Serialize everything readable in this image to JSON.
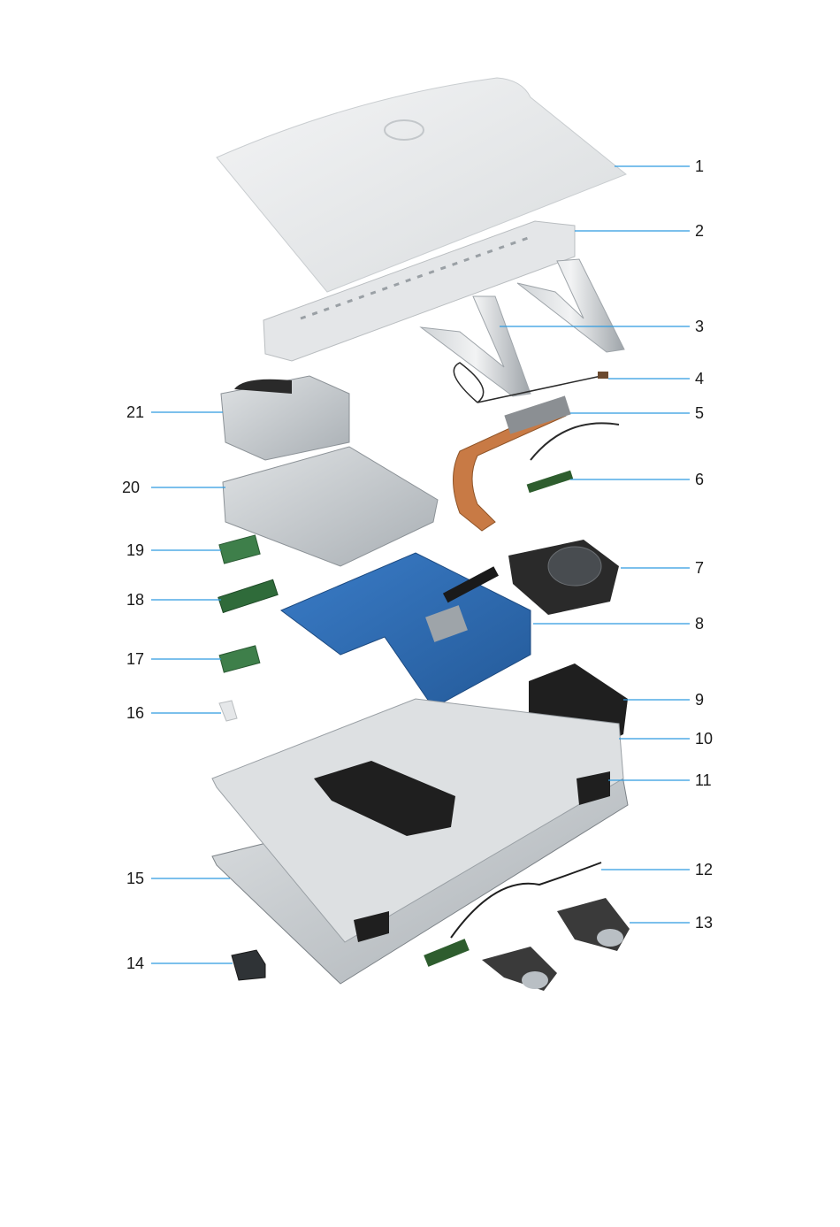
{
  "colors": {
    "leader": "#2f9be0",
    "label": "#1a1a1a",
    "panel": "#e9ebec",
    "metal": "#b9bfc4",
    "board": "#2f6db5",
    "copper": "#c87a45",
    "dark": "#2a2a2a"
  },
  "callouts": [
    {
      "number": "1",
      "side": "right",
      "part": "back-cover"
    },
    {
      "number": "2",
      "side": "right",
      "part": "rear-io-cover"
    },
    {
      "number": "3",
      "side": "right",
      "part": "stand"
    },
    {
      "number": "4",
      "side": "right",
      "part": "cable"
    },
    {
      "number": "5",
      "side": "right",
      "part": "heat-sink"
    },
    {
      "number": "6",
      "side": "right",
      "part": "board-cable"
    },
    {
      "number": "7",
      "side": "right",
      "part": "fan"
    },
    {
      "number": "8",
      "side": "right",
      "part": "system-board"
    },
    {
      "number": "9",
      "side": "right",
      "part": "speaker"
    },
    {
      "number": "10",
      "side": "right",
      "part": "middle-frame"
    },
    {
      "number": "11",
      "side": "right",
      "part": "speaker-left"
    },
    {
      "number": "12",
      "side": "right",
      "part": "cable-assembly"
    },
    {
      "number": "13",
      "side": "right",
      "part": "hinges"
    },
    {
      "number": "14",
      "side": "left",
      "part": "small-bracket"
    },
    {
      "number": "15",
      "side": "left",
      "part": "display-panel"
    },
    {
      "number": "16",
      "side": "left",
      "part": "small-clip"
    },
    {
      "number": "17",
      "side": "left",
      "part": "wlan-card"
    },
    {
      "number": "18",
      "side": "left",
      "part": "memory-module"
    },
    {
      "number": "19",
      "side": "left",
      "part": "ssd-card"
    },
    {
      "number": "20",
      "side": "left",
      "part": "board-shield"
    },
    {
      "number": "21",
      "side": "left",
      "part": "drive-bracket"
    }
  ]
}
